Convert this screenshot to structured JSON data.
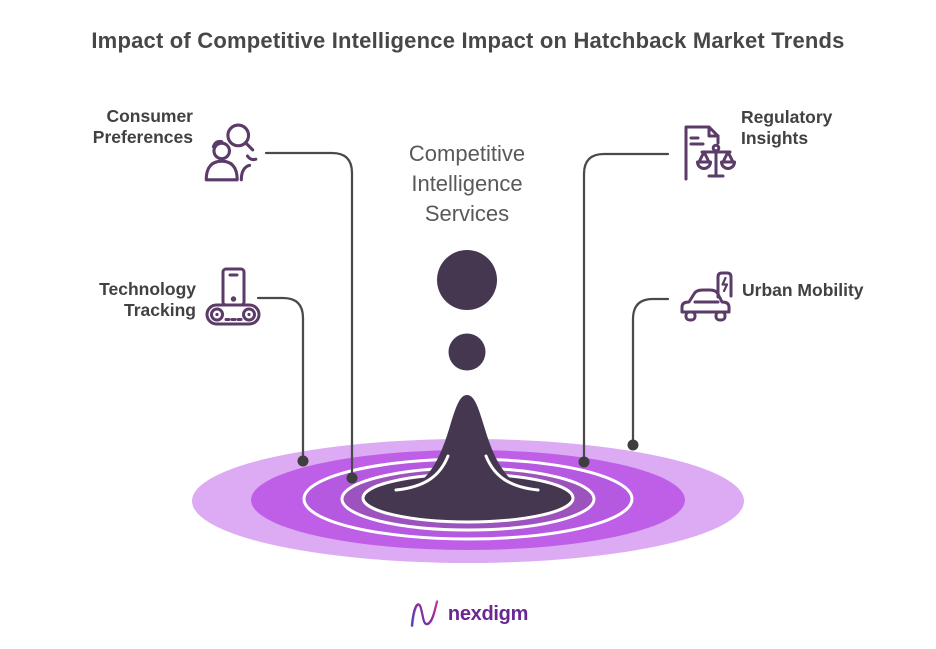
{
  "page": {
    "title": "Impact of Competitive Intelligence Impact on Hatchback Market Trends"
  },
  "center_label": {
    "line1": "Competitive",
    "line2": "Intelligence",
    "line3": "Services"
  },
  "nodes": {
    "consumer": {
      "line1": "Consumer",
      "line2": "Preferences",
      "icon": "people-search-icon"
    },
    "technology": {
      "line1": "Technology",
      "line2": "Tracking",
      "icon": "device-conveyor-icon"
    },
    "regulatory": {
      "line1": "Regulatory",
      "line2": "Insights",
      "icon": "document-scales-icon"
    },
    "urban": {
      "line1": "Urban Mobility",
      "icon": "electric-car-icon"
    }
  },
  "footer": {
    "logo_text": "nexdigm"
  },
  "colors": {
    "title_text": "#474747",
    "label_text": "#414042",
    "center_text": "#58595b",
    "connector_line": "#4a4a4a",
    "connector_dot": "#3e3e3e",
    "icon_stroke": "#5b3b68",
    "splash_dark": "#463751",
    "ripple_outer": "#dcabf3",
    "ripple_band2": "#bf5fe8",
    "ripple_band3": "#b55ae0",
    "ripple_band4": "#9d53be",
    "ripple_ring": "#ffffff",
    "logo_purple": "#69278f"
  }
}
